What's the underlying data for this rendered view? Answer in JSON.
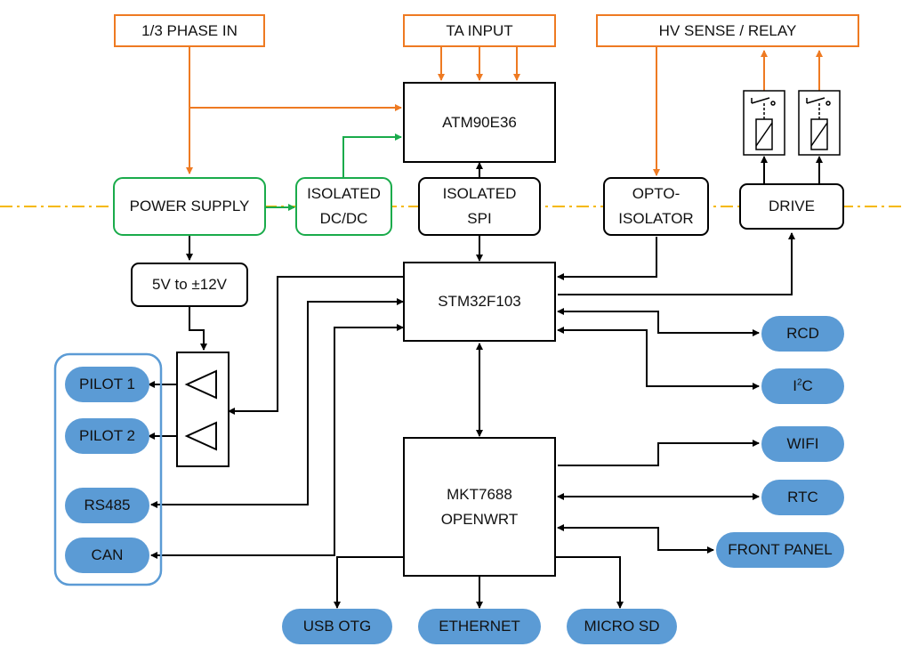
{
  "inputs": {
    "phase_in": "1/3 PHASE IN",
    "ta_input": "TA INPUT",
    "hv_sense": "HV SENSE / RELAY"
  },
  "blocks": {
    "atm": "ATM90E36",
    "power_supply": "POWER SUPPLY",
    "isolated_dcdc_1": "ISOLATED",
    "isolated_dcdc_2": "DC/DC",
    "isolated_spi_1": "ISOLATED",
    "isolated_spi_2": "SPI",
    "opto_1": "OPTO-",
    "opto_2": "ISOLATOR",
    "drive": "DRIVE",
    "regulator": "5V to ±12V",
    "stm": "STM32F103",
    "mkt_1": "MKT7688",
    "mkt_2": "OPENWRT"
  },
  "peripherals": {
    "pilot1": "PILOT 1",
    "pilot2": "PILOT 2",
    "rs485": "RS485",
    "can": "CAN",
    "rcd": "RCD",
    "i2c_base": "I",
    "i2c_sup": "2",
    "i2c_tail": "C",
    "wifi": "WIFI",
    "rtc": "RTC",
    "front_panel": "FRONT PANEL",
    "usb_otg": "USB OTG",
    "ethernet": "ETHERNET",
    "micro_sd": "MICRO SD"
  },
  "colors": {
    "orange": "#ee7a22",
    "green": "#1aab4b",
    "blue": "#5b9bd5",
    "isolation_line": "#f5b800",
    "black": "#000000"
  }
}
